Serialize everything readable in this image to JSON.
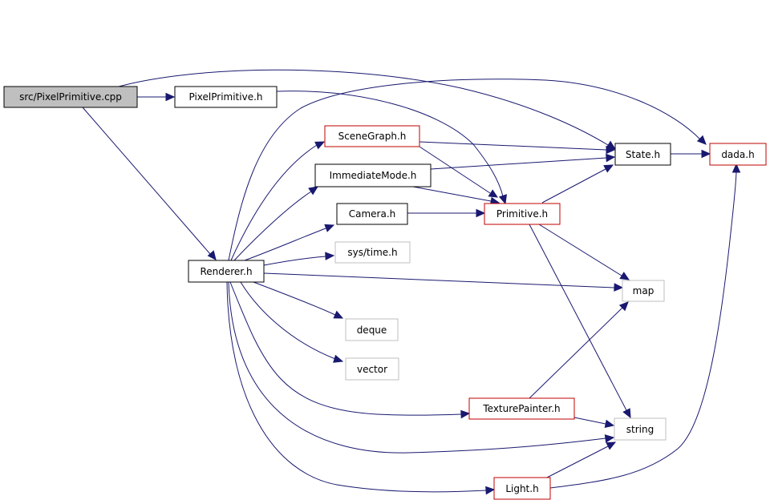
{
  "colors": {
    "edge": "#191970",
    "border_normal": "#000000",
    "border_truncated": "#c00000",
    "border_external": "#bfbfbf",
    "fill_root": "#bfbfbf",
    "fill": "#ffffff"
  },
  "nodes": {
    "src_pixel_primitive_cpp": {
      "label": "src/PixelPrimitive.cpp",
      "kind": "root"
    },
    "pixel_primitive_h": {
      "label": "PixelPrimitive.h",
      "kind": "normal"
    },
    "scene_graph_h": {
      "label": "SceneGraph.h",
      "kind": "truncated"
    },
    "immediate_mode_h": {
      "label": "ImmediateMode.h",
      "kind": "normal"
    },
    "camera_h": {
      "label": "Camera.h",
      "kind": "normal"
    },
    "sys_time_h": {
      "label": "sys/time.h",
      "kind": "external"
    },
    "renderer_h": {
      "label": "Renderer.h",
      "kind": "normal"
    },
    "deque": {
      "label": "deque",
      "kind": "external"
    },
    "vector": {
      "label": "vector",
      "kind": "external"
    },
    "texture_painter_h": {
      "label": "TexturePainter.h",
      "kind": "truncated"
    },
    "light_h": {
      "label": "Light.h",
      "kind": "truncated"
    },
    "state_h": {
      "label": "State.h",
      "kind": "normal"
    },
    "primitive_h": {
      "label": "Primitive.h",
      "kind": "truncated"
    },
    "map": {
      "label": "map",
      "kind": "external"
    },
    "string": {
      "label": "string",
      "kind": "external"
    },
    "dada_h": {
      "label": "dada.h",
      "kind": "truncated"
    }
  },
  "edges": [
    {
      "from": "src_pixel_primitive_cpp",
      "to": "pixel_primitive_h"
    },
    {
      "from": "src_pixel_primitive_cpp",
      "to": "state_h"
    },
    {
      "from": "src_pixel_primitive_cpp",
      "to": "renderer_h"
    },
    {
      "from": "pixel_primitive_h",
      "to": "primitive_h"
    },
    {
      "from": "renderer_h",
      "to": "dada_h"
    },
    {
      "from": "renderer_h",
      "to": "scene_graph_h"
    },
    {
      "from": "renderer_h",
      "to": "immediate_mode_h"
    },
    {
      "from": "renderer_h",
      "to": "camera_h"
    },
    {
      "from": "renderer_h",
      "to": "sys_time_h"
    },
    {
      "from": "renderer_h",
      "to": "map"
    },
    {
      "from": "renderer_h",
      "to": "deque"
    },
    {
      "from": "renderer_h",
      "to": "vector"
    },
    {
      "from": "renderer_h",
      "to": "texture_painter_h"
    },
    {
      "from": "renderer_h",
      "to": "string"
    },
    {
      "from": "renderer_h",
      "to": "light_h"
    },
    {
      "from": "scene_graph_h",
      "to": "state_h"
    },
    {
      "from": "scene_graph_h",
      "to": "primitive_h"
    },
    {
      "from": "immediate_mode_h",
      "to": "state_h"
    },
    {
      "from": "immediate_mode_h",
      "to": "primitive_h"
    },
    {
      "from": "camera_h",
      "to": "primitive_h"
    },
    {
      "from": "primitive_h",
      "to": "state_h"
    },
    {
      "from": "primitive_h",
      "to": "map"
    },
    {
      "from": "primitive_h",
      "to": "string"
    },
    {
      "from": "state_h",
      "to": "dada_h"
    },
    {
      "from": "texture_painter_h",
      "to": "map"
    },
    {
      "from": "texture_painter_h",
      "to": "string"
    },
    {
      "from": "light_h",
      "to": "string"
    },
    {
      "from": "light_h",
      "to": "dada_h"
    }
  ]
}
